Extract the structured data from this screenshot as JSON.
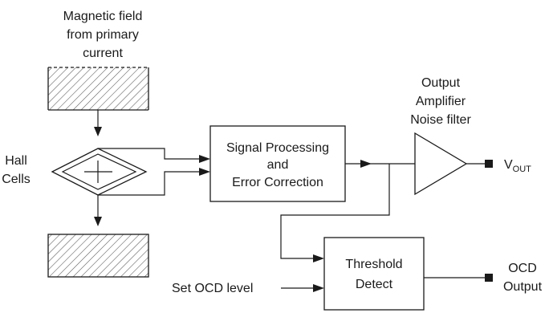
{
  "labels": {
    "magnetic_field": [
      "Magnetic field",
      "from primary",
      "current"
    ],
    "hall_cells": [
      "Hall",
      "Cells"
    ],
    "signal_processing": [
      "Signal Processing",
      "and",
      "Error Correction"
    ],
    "output_amplifier": [
      "Output",
      "Amplifier",
      "Noise filter"
    ],
    "vout_main": "V",
    "vout_sub": "OUT",
    "threshold_detect": [
      "Threshold",
      "Detect"
    ],
    "set_ocd_level": "Set OCD level",
    "ocd_output": [
      "OCD",
      "Output"
    ]
  }
}
